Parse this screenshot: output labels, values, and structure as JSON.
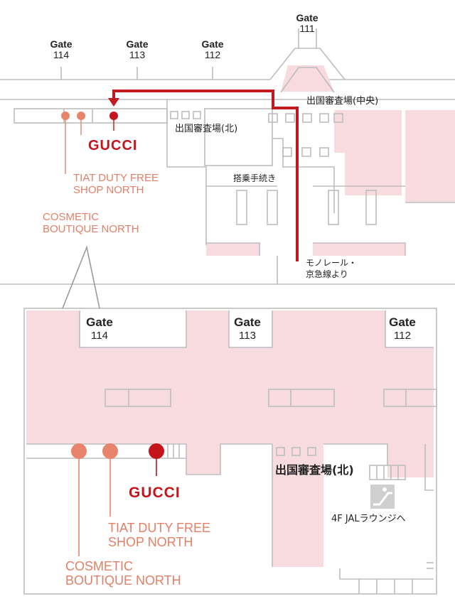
{
  "colors": {
    "pink_fill": "#f7dbdf",
    "wall": "#bdbdbd",
    "route": "#c01a20",
    "shop_dot": "#e8836c",
    "gucci": "#c4141c"
  },
  "icons": {
    "escalator": "escalator-icon"
  },
  "upper_map": {
    "gates": [
      {
        "word": "Gate",
        "num": "111"
      },
      {
        "word": "Gate",
        "num": "112"
      },
      {
        "word": "Gate",
        "num": "113"
      },
      {
        "word": "Gate",
        "num": "114"
      }
    ],
    "labels": {
      "departure_central": "出国審査場(中央)",
      "departure_north": "出国審査場(北)",
      "boarding": "搭乗手続き",
      "from_line1": "モノレール・",
      "from_line2": "京急線より"
    },
    "shops": {
      "gucci": "GUCCI",
      "tiat_line1": "TIAT DUTY FREE",
      "tiat_line2": "SHOP NORTH",
      "cosmetic_line1": "COSMETIC",
      "cosmetic_line2": "BOUTIQUE NORTH"
    }
  },
  "detail_map": {
    "gates": [
      {
        "word": "Gate",
        "num": "114"
      },
      {
        "word": "Gate",
        "num": "113"
      },
      {
        "word": "Gate",
        "num": "112"
      }
    ],
    "labels": {
      "departure_north": "出国審査場(北)",
      "jal_lounge": "4F JALラウンジへ"
    },
    "shops": {
      "gucci": "GUCCI",
      "tiat_line1": "TIAT DUTY FREE",
      "tiat_line2": "SHOP NORTH",
      "cosmetic_line1": "COSMETIC",
      "cosmetic_line2": "BOUTIQUE NORTH"
    }
  }
}
